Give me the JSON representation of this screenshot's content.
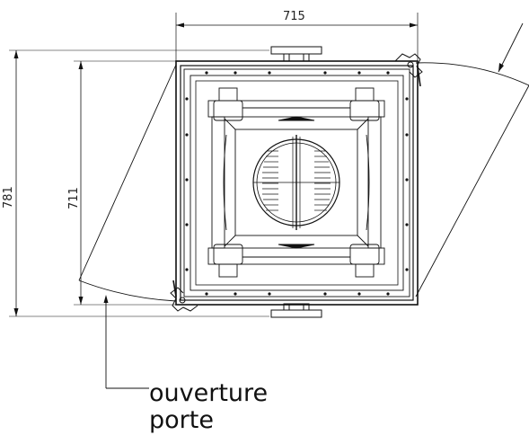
{
  "dimensions": {
    "width_label": "715",
    "outer_height_label": "781",
    "inner_height_label": "711"
  },
  "annotation": {
    "line1": "ouverture",
    "line2": "porte"
  },
  "colors": {
    "line": "#111111",
    "thin_line": "#333333",
    "background": "#ffffff"
  }
}
